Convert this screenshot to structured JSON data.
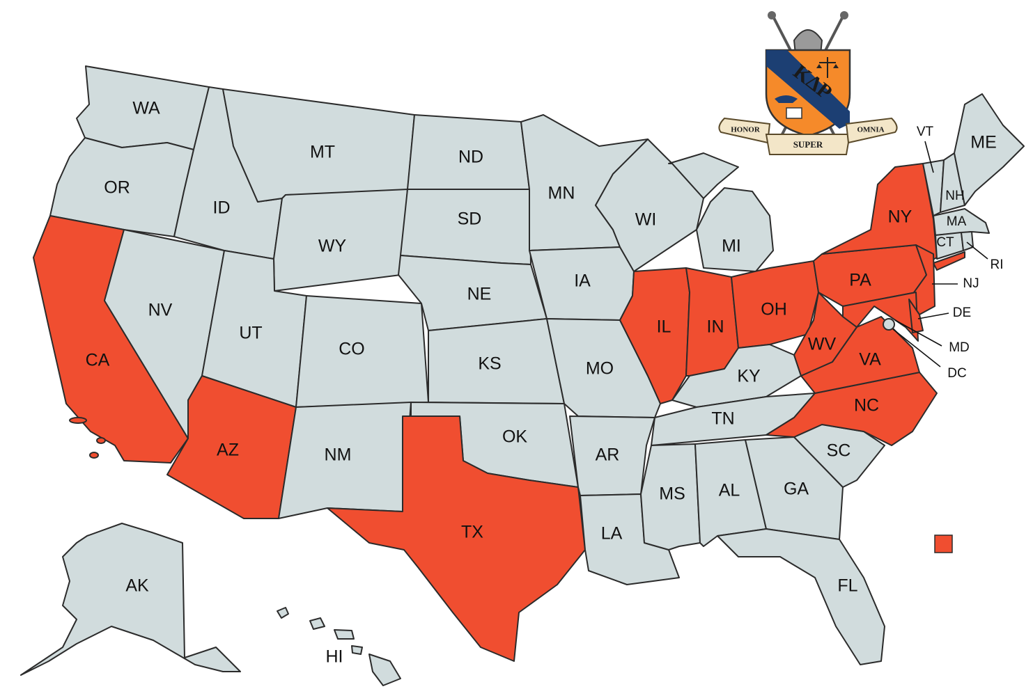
{
  "colors": {
    "highlight": "#f04e30",
    "base": "#d1dcdd",
    "border": "#2b2b2b",
    "crest_orange": "#f58a2a",
    "crest_navy": "#1c3f73",
    "banner": "#f3e6c8"
  },
  "crest": {
    "motto_left": "HONOR",
    "motto_center": "SUPER",
    "motto_right": "OMNIA",
    "letters": "ΚΔΡ"
  },
  "legend": {
    "marker": "highlight-square"
  },
  "states": {
    "WA": {
      "label": "WA",
      "highlighted": false
    },
    "OR": {
      "label": "OR",
      "highlighted": false
    },
    "CA": {
      "label": "CA",
      "highlighted": true
    },
    "NV": {
      "label": "NV",
      "highlighted": false
    },
    "ID": {
      "label": "ID",
      "highlighted": false
    },
    "MT": {
      "label": "MT",
      "highlighted": false
    },
    "WY": {
      "label": "WY",
      "highlighted": false
    },
    "UT": {
      "label": "UT",
      "highlighted": false
    },
    "AZ": {
      "label": "AZ",
      "highlighted": true
    },
    "CO": {
      "label": "CO",
      "highlighted": false
    },
    "NM": {
      "label": "NM",
      "highlighted": false
    },
    "ND": {
      "label": "ND",
      "highlighted": false
    },
    "SD": {
      "label": "SD",
      "highlighted": false
    },
    "NE": {
      "label": "NE",
      "highlighted": false
    },
    "KS": {
      "label": "KS",
      "highlighted": false
    },
    "OK": {
      "label": "OK",
      "highlighted": false
    },
    "TX": {
      "label": "TX",
      "highlighted": true
    },
    "MN": {
      "label": "MN",
      "highlighted": false
    },
    "IA": {
      "label": "IA",
      "highlighted": false
    },
    "MO": {
      "label": "MO",
      "highlighted": false
    },
    "AR": {
      "label": "AR",
      "highlighted": false
    },
    "LA": {
      "label": "LA",
      "highlighted": false
    },
    "WI": {
      "label": "WI",
      "highlighted": false
    },
    "IL": {
      "label": "IL",
      "highlighted": true
    },
    "MI": {
      "label": "MI",
      "highlighted": false
    },
    "IN": {
      "label": "IN",
      "highlighted": true
    },
    "OH": {
      "label": "OH",
      "highlighted": true
    },
    "KY": {
      "label": "KY",
      "highlighted": false
    },
    "TN": {
      "label": "TN",
      "highlighted": false
    },
    "MS": {
      "label": "MS",
      "highlighted": false
    },
    "AL": {
      "label": "AL",
      "highlighted": false
    },
    "GA": {
      "label": "GA",
      "highlighted": false
    },
    "FL": {
      "label": "FL",
      "highlighted": false
    },
    "SC": {
      "label": "SC",
      "highlighted": false
    },
    "NC": {
      "label": "NC",
      "highlighted": true
    },
    "VA": {
      "label": "VA",
      "highlighted": true
    },
    "WV": {
      "label": "WV",
      "highlighted": true
    },
    "PA": {
      "label": "PA",
      "highlighted": true
    },
    "NY": {
      "label": "NY",
      "highlighted": true
    },
    "NJ": {
      "label": "NJ",
      "highlighted": true
    },
    "DE": {
      "label": "DE",
      "highlighted": true
    },
    "MD": {
      "label": "MD",
      "highlighted": true
    },
    "DC": {
      "label": "DC",
      "highlighted": false
    },
    "VT": {
      "label": "VT",
      "highlighted": false
    },
    "NH": {
      "label": "NH",
      "highlighted": false
    },
    "ME": {
      "label": "ME",
      "highlighted": false
    },
    "MA": {
      "label": "MA",
      "highlighted": false
    },
    "CT": {
      "label": "CT",
      "highlighted": false
    },
    "RI": {
      "label": "RI",
      "highlighted": false
    },
    "AK": {
      "label": "AK",
      "highlighted": false
    },
    "HI": {
      "label": "HI",
      "highlighted": false
    }
  }
}
